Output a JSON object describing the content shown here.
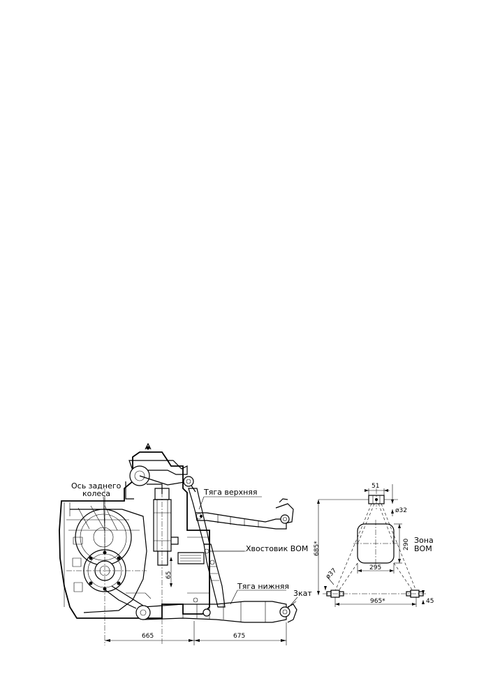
{
  "labels": {
    "rear_wheel_axis_line1": "Ось заднего",
    "rear_wheel_axis_line2": "колеса",
    "upper_link": "Тяга верхняя",
    "pto_shaft": "Хвостовик ВОМ",
    "lower_link": "Тяга нижняя",
    "category": "3кат",
    "pto_zone_line1": "Зона",
    "pto_zone_line2": "ВОМ"
  },
  "dimensions": {
    "axis_to_hitch_base": "665",
    "hitch_to_end": "675",
    "pto_height_offset": "65",
    "top_pin_width": "51",
    "top_pin_diameter": "ø32",
    "height_total": "685*",
    "zone_height": "290",
    "zone_width": "295",
    "lower_pin_diameter": "ø37",
    "lower_span": "965*",
    "lower_pin_width": "45"
  }
}
